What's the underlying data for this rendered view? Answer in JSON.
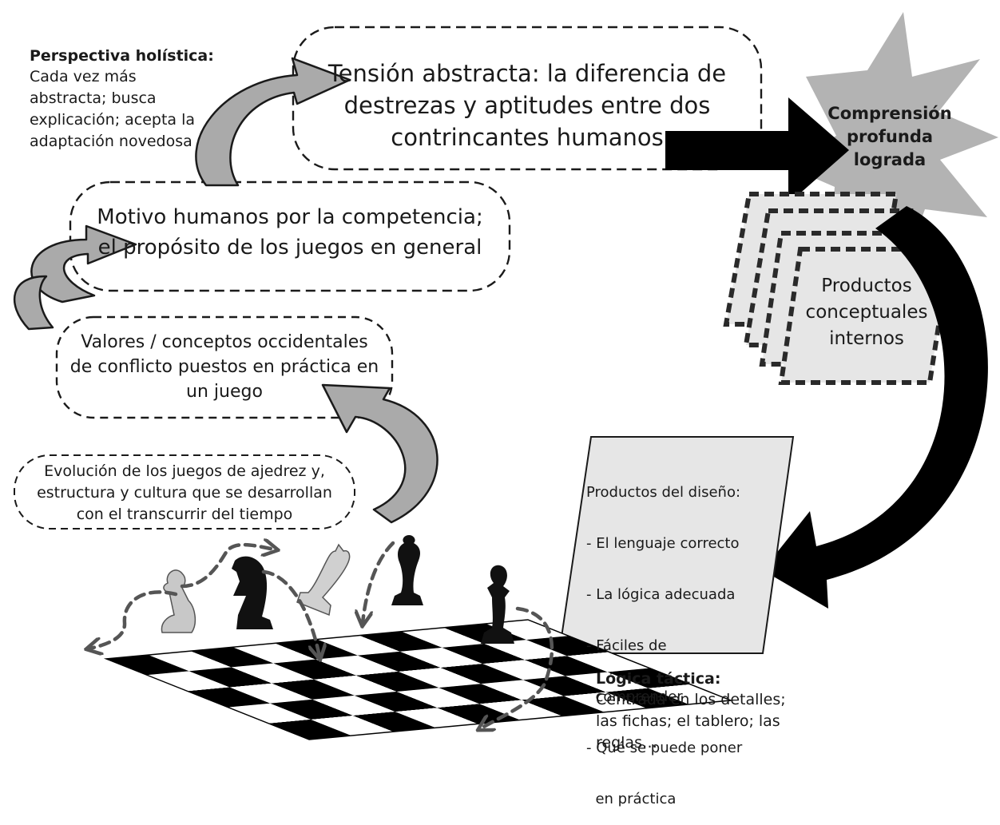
{
  "holistic": {
    "title": "Perspectiva holística:",
    "lines": [
      "Cada vez más",
      "abstracta; busca",
      "explicación; acepta la",
      "adaptación novedosa"
    ]
  },
  "tactical": {
    "title": "Lógica táctica:",
    "lines": [
      "Centrada en los detalles;",
      "las fichas; el tablero; las",
      "reglas…"
    ]
  },
  "bubbles": {
    "tension": [
      "Tensión abstracta: la diferencia de",
      "destrezas y aptitudes entre dos",
      "contrincantes humanos"
    ],
    "motive": [
      "Motivo humanos por la competencia;",
      "el propósito de los juegos en general"
    ],
    "values": [
      "Valores / conceptos occidentales",
      "de conflicto puestos en práctica en",
      "un juego"
    ],
    "evolution": [
      "Evolución de los juegos de ajedrez y,",
      "estructura y cultura que se desarrollan",
      "con el transcurrir del tiempo"
    ]
  },
  "star": [
    "Comprensión",
    "profunda",
    "lograda"
  ],
  "conceptual_products": [
    "Productos",
    "conceptuales",
    "internos"
  ],
  "design_products": {
    "title": "Productos del diseño:",
    "items": [
      "- El lenguaje correcto",
      "- La lógica adecuada",
      "- Fáciles de",
      "  comprender",
      "- Qué se puede poner",
      "  en práctica"
    ]
  },
  "colors": {
    "gray_arrow": "#aaaaaa",
    "black_arrow": "#000000",
    "star": "#b3b3b3",
    "stack": "#e6e6e6"
  },
  "icons": [
    "chess-pawn-white-icon",
    "chess-knight-black-icon",
    "chess-bishop-white-icon",
    "chess-bishop-black-icon",
    "chess-pawn-black-icon",
    "chessboard-icon"
  ]
}
